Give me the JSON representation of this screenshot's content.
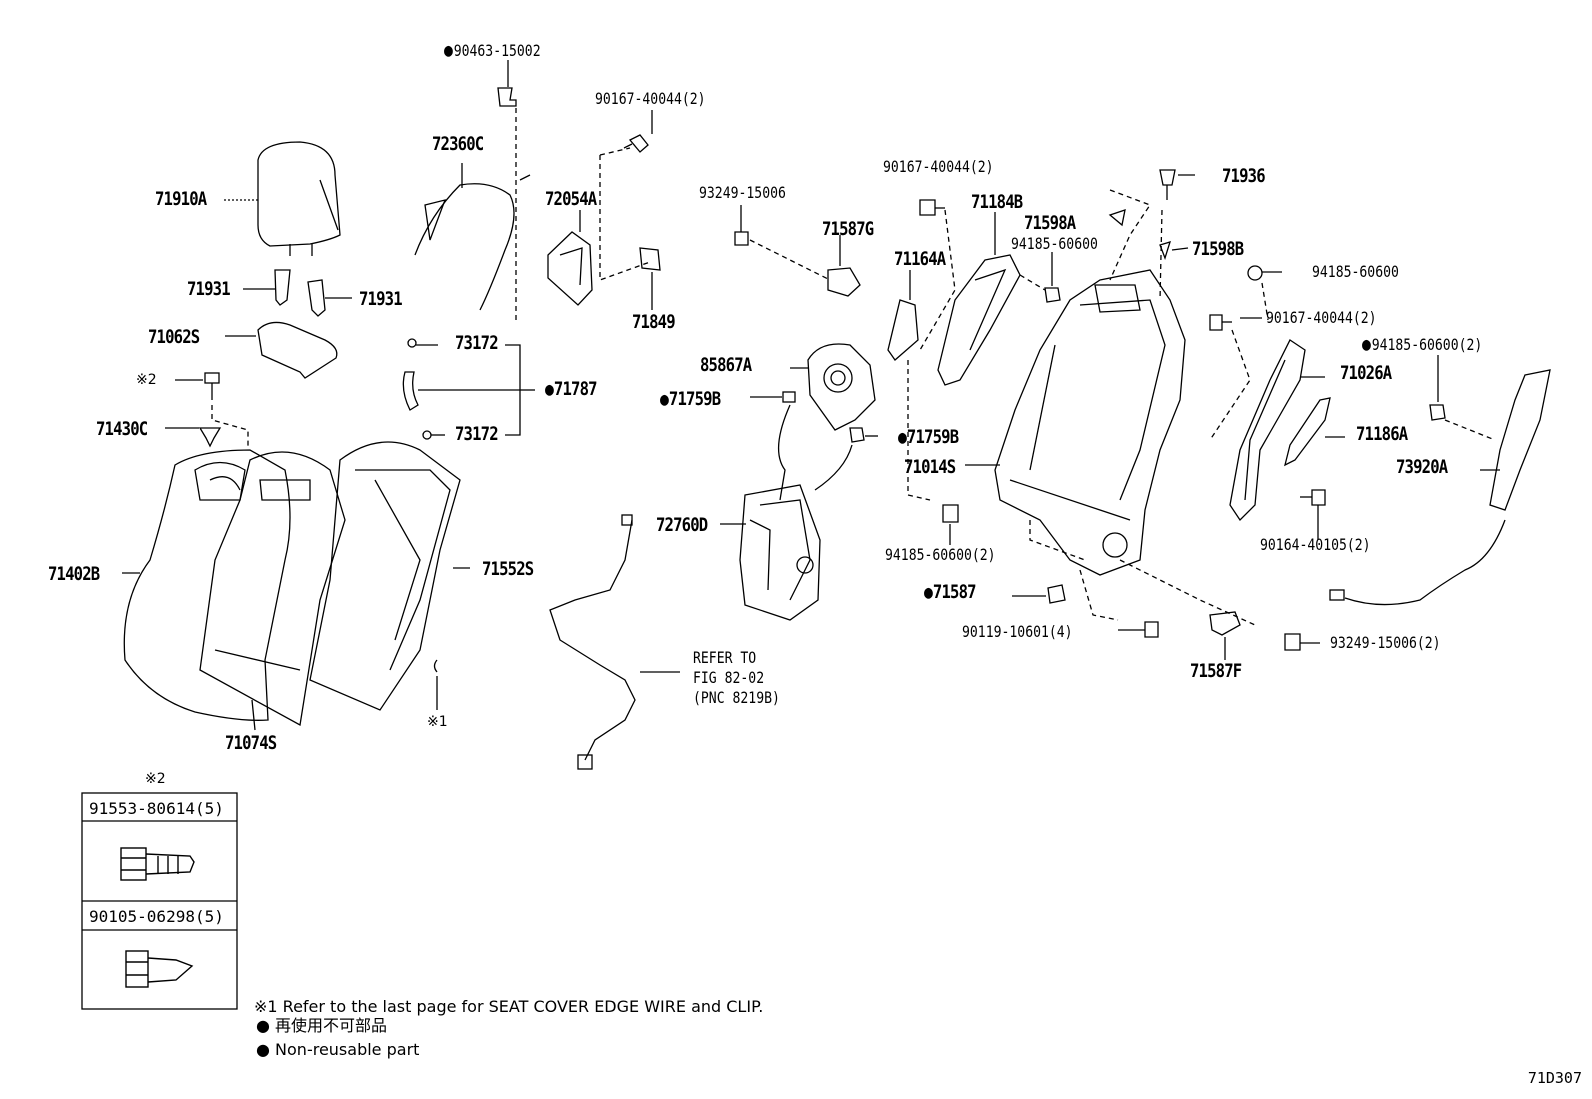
{
  "labels": {
    "p90463": "90463-15002",
    "p90167a": "90167-40044(2)",
    "p72360C": "72360C",
    "p72054A": "72054A",
    "p71910A": "71910A",
    "p71931a": "71931",
    "p71931b": "71931",
    "p71062S": "71062S",
    "p71849": "71849",
    "p93249a": "93249-15006",
    "p71587G": "71587G",
    "p90167b": "90167-40044(2)",
    "p71184B": "71184B",
    "p71598A": "71598A",
    "p94185a": "94185-60600",
    "p71164A": "71164A",
    "p71936": "71936",
    "p71598B": "71598B",
    "p94185b": "94185-60600",
    "p90167c": "90167-40044(2)",
    "p94185c": "94185-60600(2)",
    "p71026A": "71026A",
    "p71186A": "71186A",
    "p73920A": "73920A",
    "p73172a": "73172",
    "p73172b": "73172",
    "p71787": "71787",
    "p71430C": "71430C",
    "p85867A": "85867A",
    "p71759Ba": "71759B",
    "p71759Bb": "71759B",
    "p71014S": "71014S",
    "p71402B": "71402B",
    "p71552S": "71552S",
    "p72760D": "72760D",
    "p94185d": "94185-60600(2)",
    "p90164": "90164-40105(2)",
    "p71587": "71587",
    "p90119": "90119-10601(4)",
    "p93249b": "93249-15006(2)",
    "p71587F": "71587F",
    "p71074S": "71074S",
    "refer1": "REFER TO",
    "refer2": "FIG 82-02",
    "refer3": "(PNC 8219B)",
    "mark2": "※2",
    "mark1": "※1",
    "box_mark": "※2",
    "box1": "91553-80614(5)",
    "box2": "90105-06298(5)"
  },
  "notes": {
    "n1": "※1 Refer to the last page for SEAT COVER EDGE WIRE and CLIP.",
    "n2": "再使用不可部品",
    "n3": "Non-reusable part"
  },
  "diagram_code": "71D307"
}
